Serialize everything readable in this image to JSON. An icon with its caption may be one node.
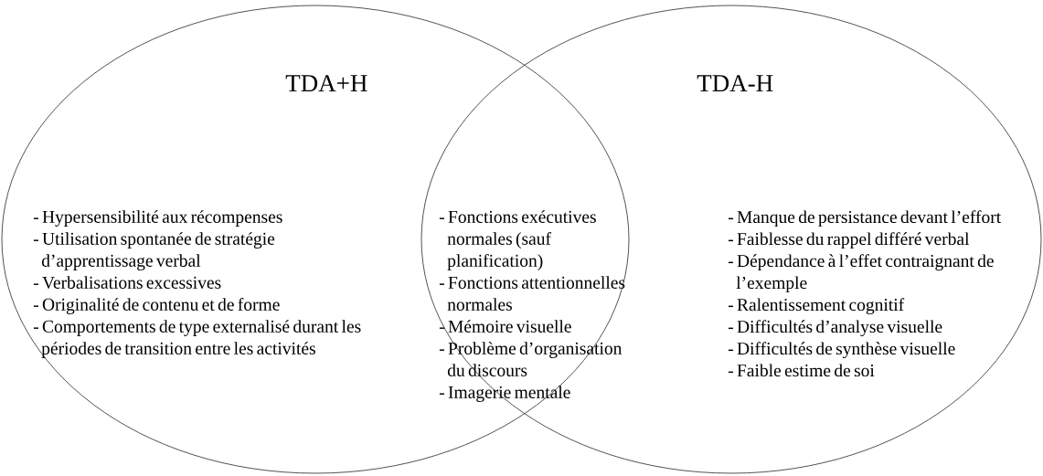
{
  "diagram": {
    "nodes": [
      {
        "text": [
          "TDA+H",
          "- Hypersensibilité aux récompenses",
          "- Utilisation spontanée de stratégie d’apprentissage verbal",
          "- Verbalisations excessives",
          "- Originalité de contenu et de forme",
          "- Comportements de type externalisé durant les périodes de transition entre les activités"
        ]
      },
      {
        "text": [
          "TDA-H",
          "- Manque de persistance devant l’effort",
          "- Faiblesse du rappel différé verbal",
          "- Dépendance à l’effet contraignant de l’exemple",
          "- Ralentissement cognitif",
          "- Difficultés d’analyse visuelle",
          "- Difficultés de synthèse visuelle",
          "- Faible estime de soi"
        ]
      }
    ],
    "labels": [
      "- Fonctions exécutives normales (sauf planification)",
      "- Fonctions attentionnelles normales",
      "- Mémoire visuelle",
      "- Problème d’organisation du discours",
      "- Imagerie mentale"
    ]
  }
}
